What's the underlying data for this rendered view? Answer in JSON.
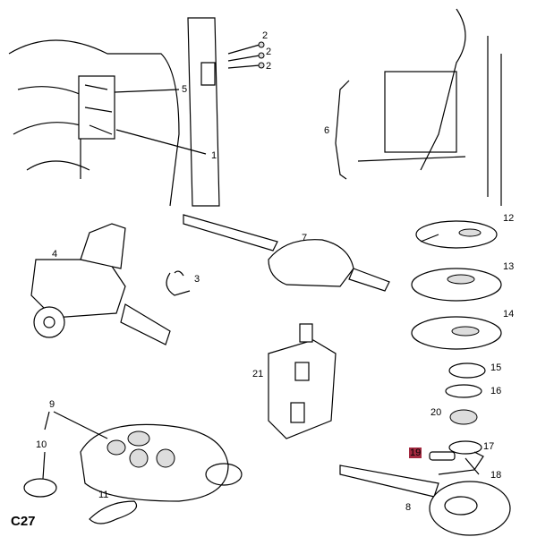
{
  "diagram_code": "C27",
  "highlight_color": "#a3283f",
  "callouts": [
    {
      "id": "2a",
      "label": "2"
    },
    {
      "id": "2b",
      "label": "2"
    },
    {
      "id": "2c",
      "label": "2"
    },
    {
      "id": "5",
      "label": "5"
    },
    {
      "id": "1",
      "label": "1"
    },
    {
      "id": "6",
      "label": "6"
    },
    {
      "id": "4",
      "label": "4"
    },
    {
      "id": "3",
      "label": "3"
    },
    {
      "id": "7",
      "label": "7"
    },
    {
      "id": "12",
      "label": "12"
    },
    {
      "id": "13",
      "label": "13"
    },
    {
      "id": "14",
      "label": "14"
    },
    {
      "id": "15",
      "label": "15"
    },
    {
      "id": "16",
      "label": "16"
    },
    {
      "id": "20",
      "label": "20"
    },
    {
      "id": "17",
      "label": "17"
    },
    {
      "id": "19",
      "label": "19",
      "highlighted": true
    },
    {
      "id": "18",
      "label": "18"
    },
    {
      "id": "8",
      "label": "8"
    },
    {
      "id": "21",
      "label": "21"
    },
    {
      "id": "9",
      "label": "9"
    },
    {
      "id": "10",
      "label": "10"
    },
    {
      "id": "11",
      "label": "11"
    }
  ]
}
